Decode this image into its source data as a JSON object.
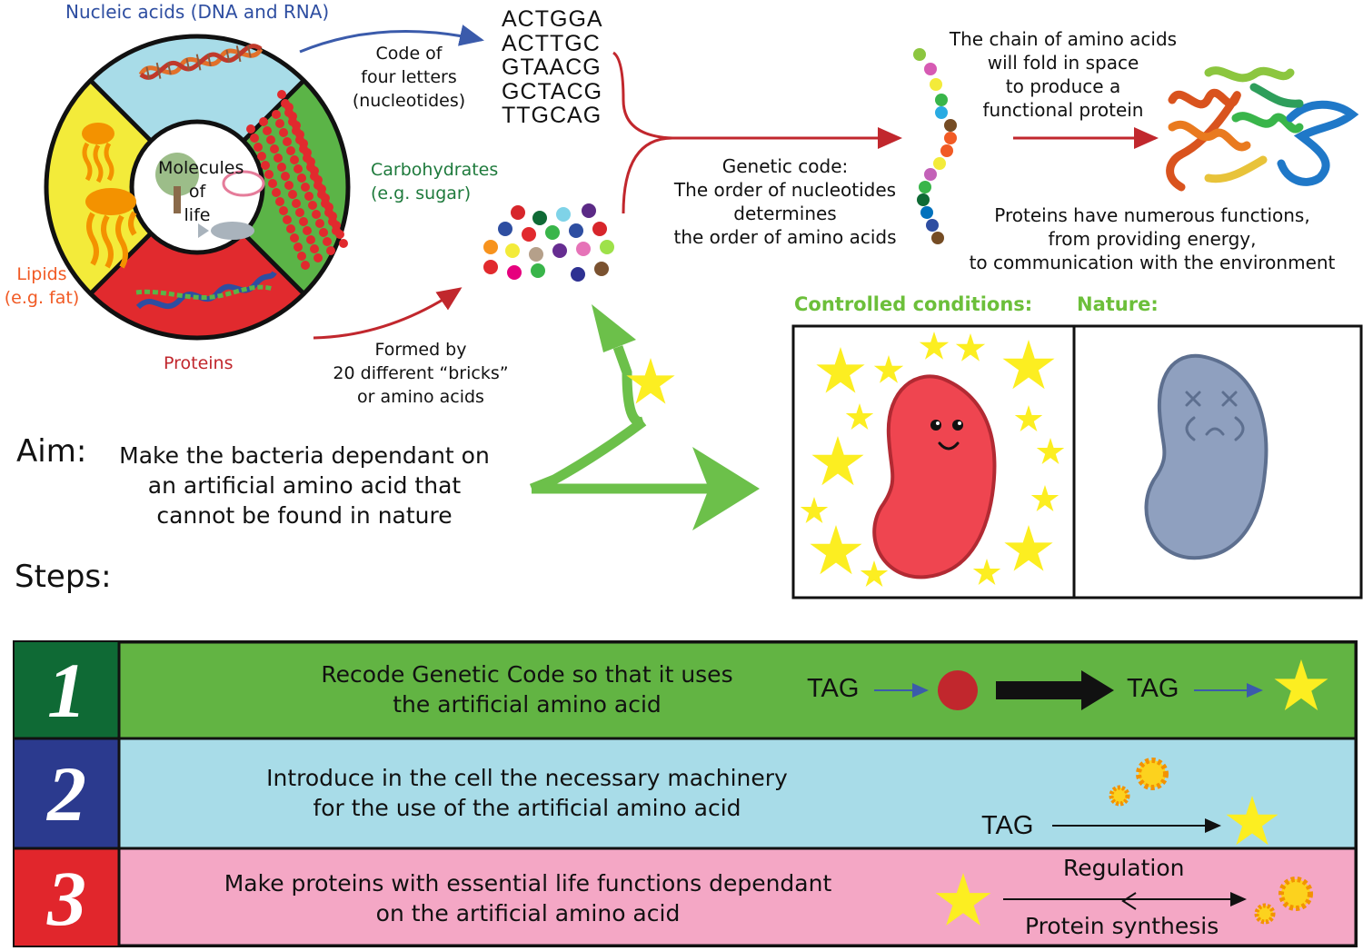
{
  "wheel": {
    "center_label": "Molecules of life",
    "center_lines": [
      "Molecules",
      "of",
      "life"
    ],
    "nucleic_acids_label": "Nucleic acids (DNA and RNA)",
    "carbohydrates_label": "Carbohydrates (e.g. sugar)",
    "carbohydrates_lines": [
      "Carbohydrates",
      "(e.g. sugar)"
    ],
    "lipids_label": "Lipids (e.g. fat)",
    "lipids_lines": [
      "Lipids",
      "(e.g. fat)"
    ],
    "proteins_label": "Proteins",
    "colors": {
      "nucleic": "#a8dce8",
      "carbs": "#5bb447",
      "lipids": "#f3eb3a",
      "proteins": "#e12a2e"
    }
  },
  "code_of_four": [
    "Code of",
    "four letters",
    "(nucleotides)"
  ],
  "dna_sequences": [
    "ACTGGA",
    "ACTTGC",
    "GTAACG",
    "GCTACG",
    "TTGCAG"
  ],
  "formed_by": [
    "Formed by",
    "20 different “bricks”",
    "or amino acids"
  ],
  "genetic_code": [
    "Genetic code:",
    "The order of nucleotides",
    "determines",
    "the order of amino acids"
  ],
  "fold_text": [
    "The chain of amino acids",
    "will fold in space",
    "to produce a",
    "functional protein"
  ],
  "functions_text": [
    "Proteins have numerous functions,",
    "from providing energy,",
    "to communication with the environment"
  ],
  "aim": {
    "label": "Aim:",
    "lines": [
      "Make the bacteria dependant on",
      "an artificial amino acid that",
      "cannot be found in nature"
    ]
  },
  "conditions": {
    "controlled_label": "Controlled conditions:",
    "nature_label": "Nature:"
  },
  "steps_label": "Steps:",
  "steps": [
    {
      "number": "1",
      "lines": [
        "Recode Genetic Code so that it uses",
        "the artificial amino acid"
      ],
      "color": "#62b443",
      "number_bg": "#0f6a35"
    },
    {
      "number": "2",
      "lines": [
        "Introduce in the cell the necessary machinery",
        "for the use of the artificial amino acid"
      ],
      "color": "#a8dce8",
      "number_bg": "#2b3a8e"
    },
    {
      "number": "3",
      "lines": [
        "Make proteins with essential life functions dependant",
        "on the artificial amino acid"
      ],
      "color": "#f4a7c5",
      "number_bg": "#e1262c"
    }
  ],
  "step1_diagram": {
    "codon_a": "TAG",
    "codon_b": "TAG"
  },
  "step2_diagram": {
    "codon": "TAG"
  },
  "step3_diagram": {
    "top_label": "Regulation",
    "bottom_label": "Protein synthesis"
  },
  "colors": {
    "star": "#fcee21",
    "arrow_green": "#6cc04a",
    "arrow_red": "#c1272d",
    "arrow_blue": "#3b5bab",
    "happy_bacterium": "#ef4550",
    "dead_bacterium": "#8fa0bf"
  }
}
